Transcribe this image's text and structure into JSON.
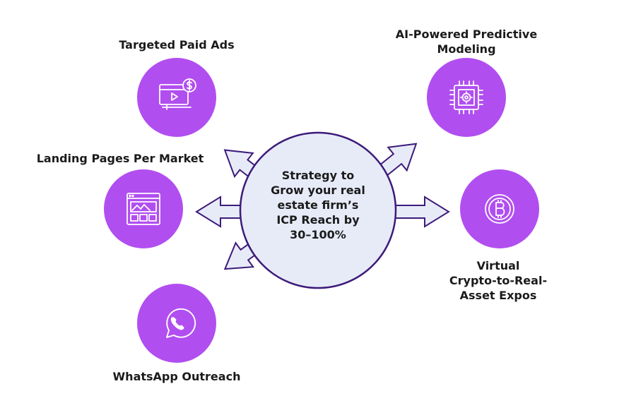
{
  "center": {
    "lines": [
      "Strategy to",
      "Grow your real",
      "estate firm’s",
      "ICP Reach by",
      "30–100%"
    ]
  },
  "nodes": {
    "paid_ads": {
      "label": "Targeted Paid Ads",
      "icon": "video-ad-dollar-icon"
    },
    "landing_pages": {
      "label": "Landing Pages Per Market",
      "icon": "webpage-layout-icon"
    },
    "whatsapp": {
      "label": "WhatsApp Outreach",
      "icon": "whatsapp-icon"
    },
    "ai_modeling": {
      "label_lines": [
        "AI-Powered Predictive",
        "Modeling"
      ],
      "icon": "cpu-gear-icon"
    },
    "crypto_expos": {
      "label_lines": [
        "Virtual",
        "Crypto-to-Real-",
        "Asset Expos"
      ],
      "icon": "bitcoin-icon"
    }
  },
  "colors": {
    "node_fill": "#b14ef0",
    "center_fill": "#e7ebf8",
    "stroke": "#3d1b7a",
    "arrow_fill": "#e7ebf8"
  }
}
